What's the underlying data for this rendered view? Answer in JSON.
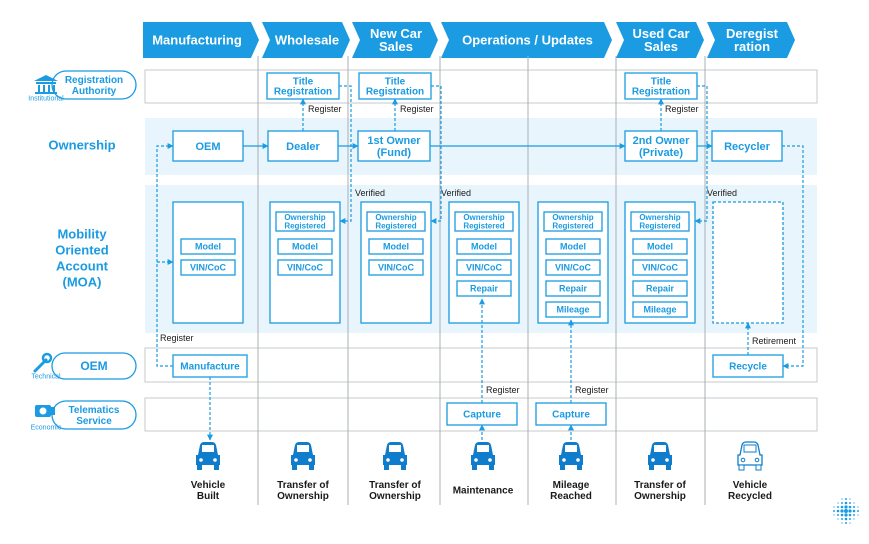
{
  "colors": {
    "accent": "#1a9be2",
    "accent_dark": "#0f7ccc",
    "lane_band": "#e9f5fc",
    "lane_border": "#c4c9cc",
    "divider": "#a9b0b5",
    "text_dark": "#1a1a1a"
  },
  "stages": [
    "Manufacturing",
    "Wholesale",
    "New Car\nSales",
    "Operations / Updates",
    "Used Car\nSales",
    "Deregist\nration"
  ],
  "lanes": {
    "registration_authority": {
      "label": "Registration\nAuthority",
      "category": "Institutional",
      "icon": "institution-icon"
    },
    "ownership": {
      "label": "Ownership"
    },
    "moa": {
      "label": "Mobility\nOriented\nAccount\n(MOA)"
    },
    "oem": {
      "label": "OEM",
      "category": "Technical",
      "icon": "wrench-icon"
    },
    "telematics": {
      "label": "Telematics\nService",
      "category": "Economic",
      "icon": "camera-icon"
    }
  },
  "title_registration": "Title\nRegistration",
  "owners": [
    "OEM",
    "Dealer",
    "1st Owner\n(Fund)",
    "2nd Owner\n(Private)",
    "Recycler"
  ],
  "moa_items": {
    "ownership_registered": "Ownership\nRegistered",
    "model": "Model",
    "vin": "VIN/CoC",
    "repair": "Repair",
    "mileage": "Mileage"
  },
  "oem_actions": [
    "Manufacture",
    "Recycle"
  ],
  "telematics_actions": [
    "Capture",
    "Capture"
  ],
  "edge_labels": {
    "register": "Register",
    "verified": "Verified",
    "retirement": "Retirement"
  },
  "events": [
    "Vehicle\nBuilt",
    "Transfer of\nOwnership",
    "Transfer of\nOwnership",
    "Maintenance",
    "Mileage\nReached",
    "Transfer of\nOwnership",
    "Vehicle\nRecycled"
  ]
}
